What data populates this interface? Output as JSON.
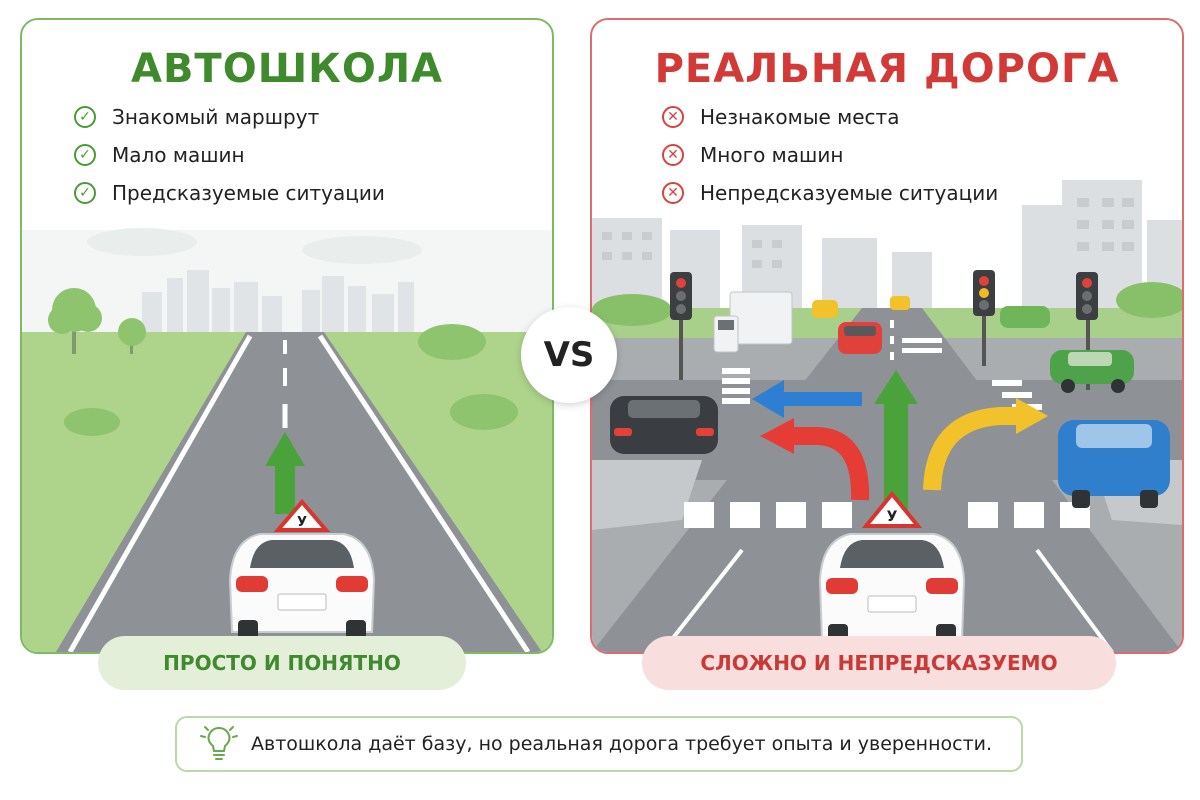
{
  "left_panel": {
    "title": "АВТОШКОЛА",
    "points": [
      "Знакомый маршрут",
      "Мало машин",
      "Предсказуемые ситуации"
    ],
    "point_icon": "check-icon",
    "badge": "ПРОСТО И ПОНЯТНО",
    "car_plate_sign": "У",
    "accent_color": "#3f8a2c"
  },
  "vs_label": "VS",
  "right_panel": {
    "title": "РЕАЛЬНАЯ ДОРОГА",
    "points": [
      "Незнакомые места",
      "Много машин",
      "Непредсказуемые ситуации"
    ],
    "point_icon": "cross-icon",
    "badge": "СЛОЖНО И НЕПРЕДСКАЗУЕМО",
    "car_plate_sign": "У",
    "accent_color": "#d23a37"
  },
  "footer": {
    "icon": "lightbulb-icon",
    "text": "Автошкола даёт базу, но реальная дорога требует опыта и уверенности."
  }
}
